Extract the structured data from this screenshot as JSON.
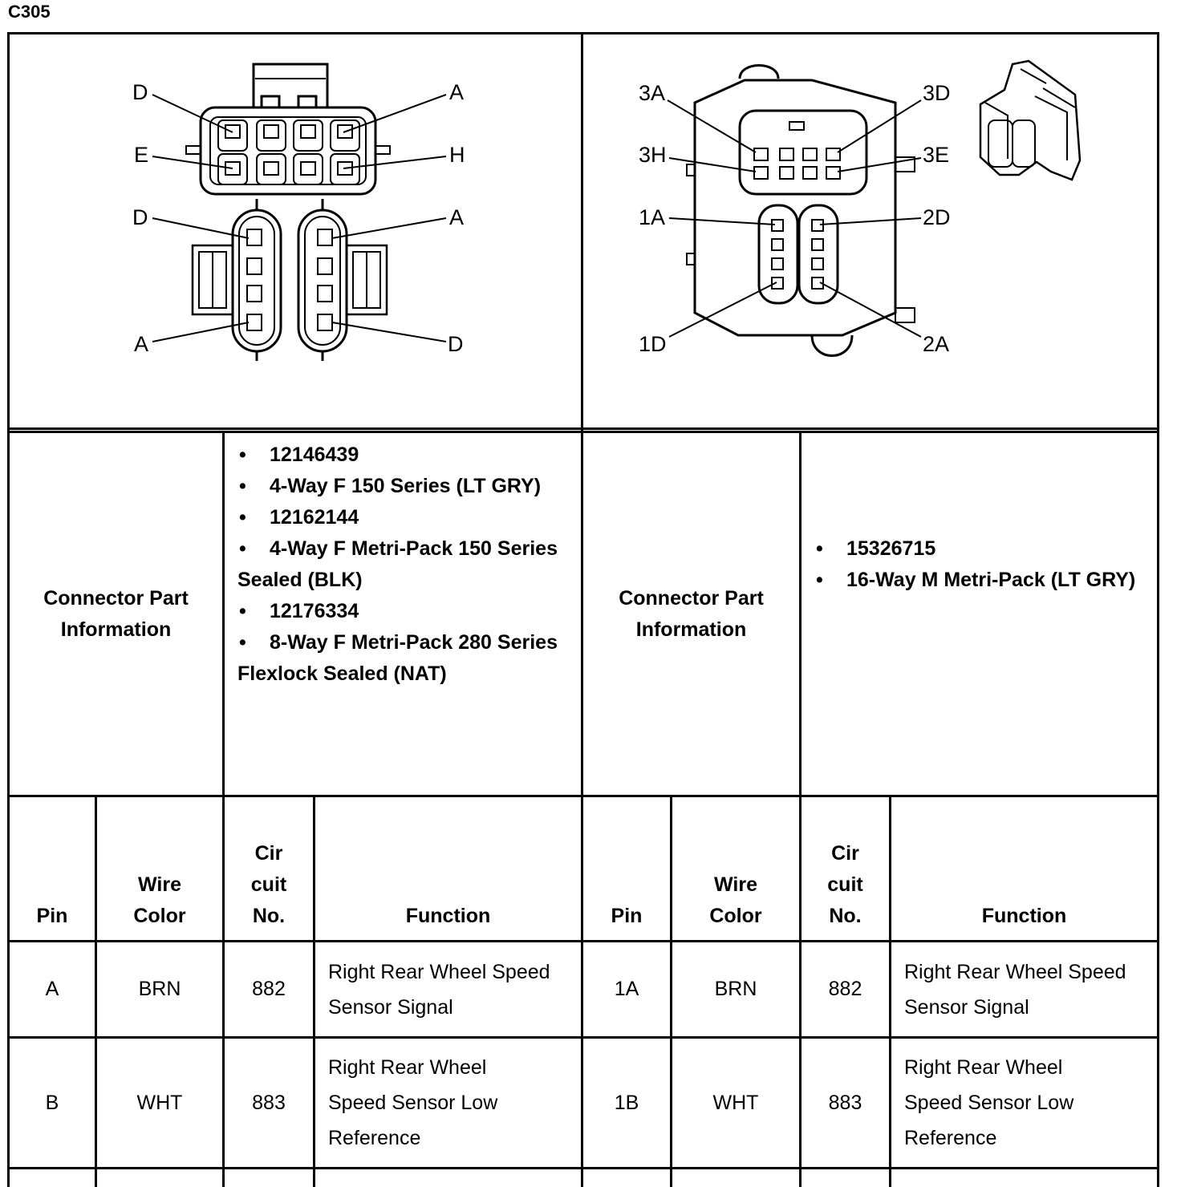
{
  "connector_id": "C305",
  "left_diagram": {
    "top_labels": {
      "d": "D",
      "a": "A",
      "e": "E",
      "h": "H"
    },
    "mid_labels": {
      "d_top": "D",
      "a_top": "A",
      "a_bottom": "A",
      "d_bottom": "D"
    }
  },
  "right_diagram": {
    "labels": {
      "l3a": "3A",
      "l3d": "3D",
      "l3h": "3H",
      "l3e": "3E",
      "l1a": "1A",
      "l2d": "2D",
      "l1d": "1D",
      "l2a": "2A"
    }
  },
  "left_part": {
    "label": "Connector Part Information",
    "items": [
      "12146439",
      "4-Way F 150 Series (LT GRY)",
      "12162144",
      "4-Way F Metri-Pack 150 Series Sealed (BLK)",
      "12176334",
      "8-Way F Metri-Pack 280 Series Flexlock Sealed (NAT)"
    ]
  },
  "right_part": {
    "label": "Connector Part Information",
    "items": [
      "15326715",
      "16-Way M Metri-Pack (LT GRY)"
    ]
  },
  "headers": {
    "pin": "Pin",
    "wire_color": "Wire Color",
    "circuit_no": "Cir cuit No.",
    "function": "Function"
  },
  "left_rows": [
    {
      "pin": "A",
      "color": "BRN",
      "circuit": "882",
      "function": "Right Rear Wheel Speed Sensor Signal"
    },
    {
      "pin": "B",
      "color": "WHT",
      "circuit": "883",
      "function": "Right Rear Wheel Speed Sensor Low Reference"
    }
  ],
  "right_rows": [
    {
      "pin": "1A",
      "color": "BRN",
      "circuit": "882",
      "function": "Right Rear Wheel Speed Sensor Signal"
    },
    {
      "pin": "1B",
      "color": "WHT",
      "circuit": "883",
      "function": "Right Rear Wheel Speed Sensor Low Reference"
    }
  ]
}
